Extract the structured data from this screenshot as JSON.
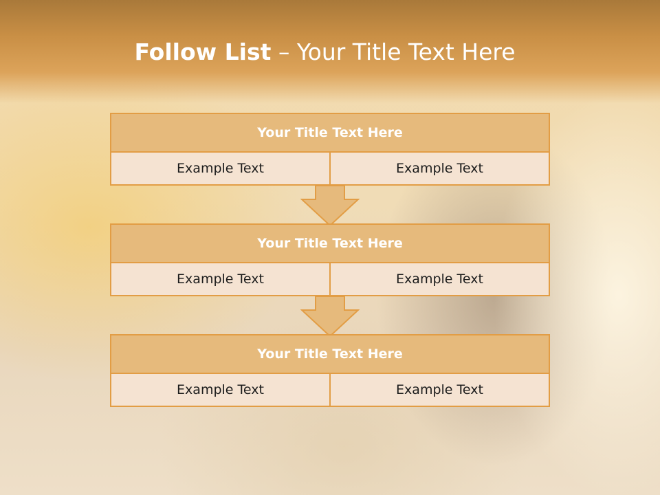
{
  "slide": {
    "title_bold": "Follow List",
    "title_separator": "–",
    "title_rest": "Your Title Text Here"
  },
  "steps": [
    {
      "title": "Your Title Text Here",
      "left": "Example Text",
      "right": "Example Text"
    },
    {
      "title": "Your Title Text Here",
      "left": "Example Text",
      "right": "Example Text"
    },
    {
      "title": "Your Title Text Here",
      "left": "Example Text",
      "right": "Example Text"
    }
  ],
  "colors": {
    "header_band": "#c98f45",
    "block_title_fill": "#e6ba7c",
    "block_row_fill": "#f5e3d2",
    "border": "#e29d45",
    "arrow_fill": "#e6ba7c"
  }
}
